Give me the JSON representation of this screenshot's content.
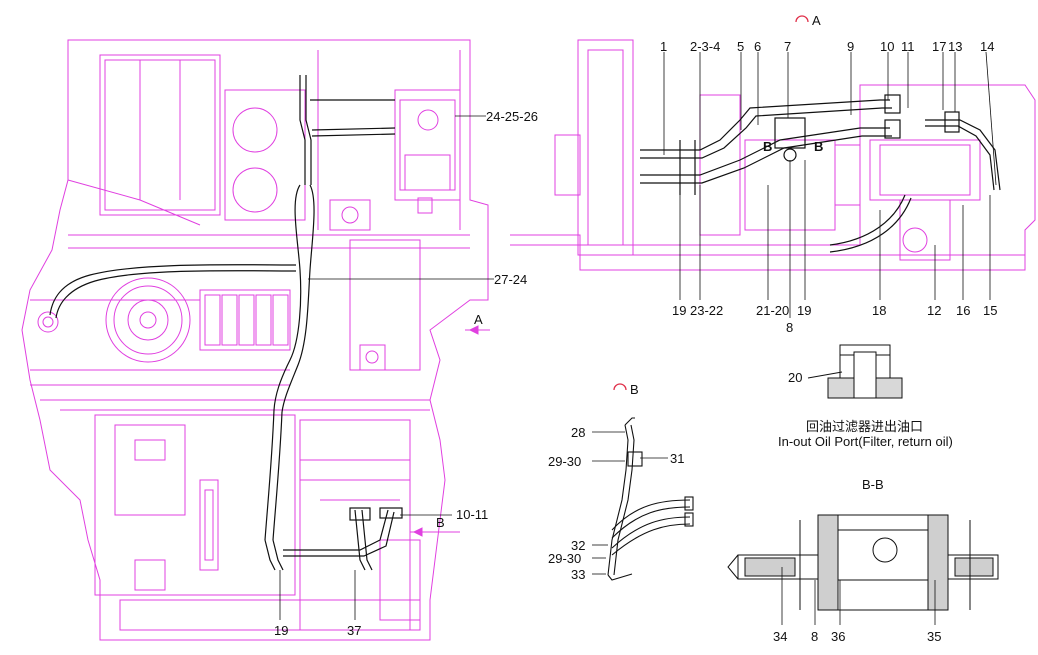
{
  "colors": {
    "frame": "#e040e0",
    "line": "#111111",
    "background": "#ffffff"
  },
  "views": {
    "view_a_title": "A",
    "view_b_title": "B",
    "section_title": "B-B",
    "arrow_a": "A",
    "arrow_b": "B",
    "mark_b_left": "B",
    "mark_b_right": "B"
  },
  "callouts": {
    "c1": "1",
    "c2_3_4": "2-3-4",
    "c5": "5",
    "c6": "6",
    "c7": "7",
    "c9": "9",
    "c10": "10",
    "c11": "11",
    "c17": "17",
    "c13": "13",
    "c14": "14",
    "c24_25_26": "24-25-26",
    "c27_24": "27-24",
    "c19_top": "19",
    "c23_22": "23-22",
    "c21_20": "21-20",
    "c19_mid": "19",
    "c8": "8",
    "c18": "18",
    "c12": "12",
    "c16": "16",
    "c15": "15",
    "c20": "20",
    "c28": "28",
    "c29_30_a": "29-30",
    "c31": "31",
    "c32": "32",
    "c29_30_b": "29-30",
    "c33": "33",
    "c10_11": "10-11",
    "c19_bottom": "19",
    "c37": "37",
    "c34": "34",
    "c8_bottom": "8",
    "c36": "36",
    "c35": "35"
  },
  "oil_port": {
    "caption_cn": "回油过滤器进出油口",
    "caption_en": "In-out Oil Port(Filter, return oil)"
  }
}
